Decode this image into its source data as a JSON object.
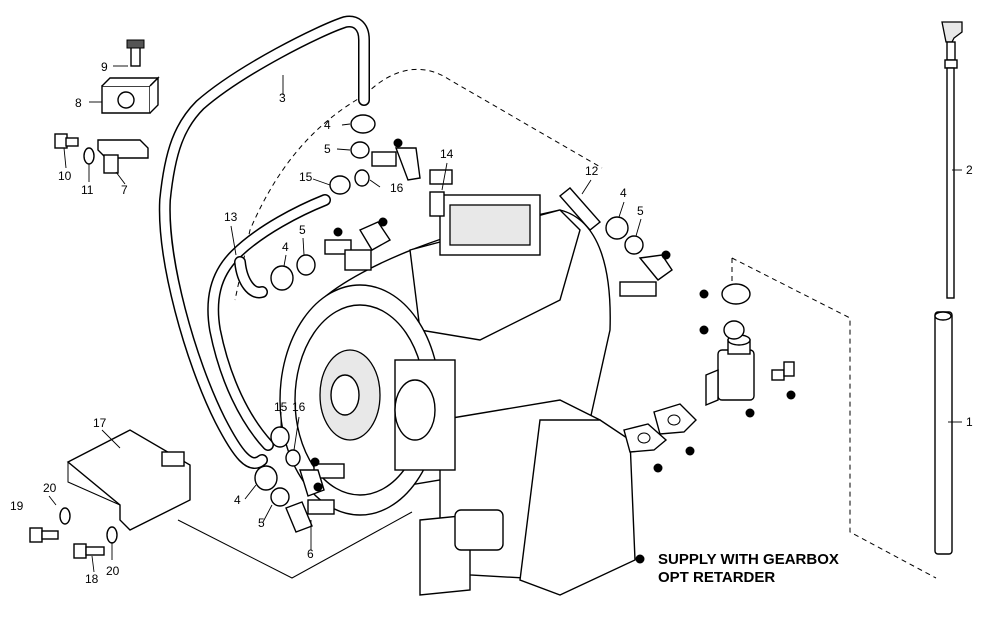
{
  "diagram": {
    "callouts": {
      "c1": "1",
      "c2": "2",
      "c3": "3",
      "c4a": "4",
      "c4b": "4",
      "c4c": "4",
      "c4d": "4",
      "c5a": "5",
      "c5b": "5",
      "c5c": "5",
      "c5d": "5",
      "c6": "6",
      "c7": "7",
      "c8": "8",
      "c9": "9",
      "c10": "10",
      "c11": "11",
      "c12": "12",
      "c13": "13",
      "c14": "14",
      "c15a": "15",
      "c15b": "15",
      "c16a": "16",
      "c16b": "16",
      "c17": "17",
      "c18": "18",
      "c19": "19",
      "c20a": "20",
      "c20b": "20"
    },
    "legend": {
      "line1": "SUPPLY WITH GEARBOX",
      "line2": "OPT RETARDER"
    }
  }
}
